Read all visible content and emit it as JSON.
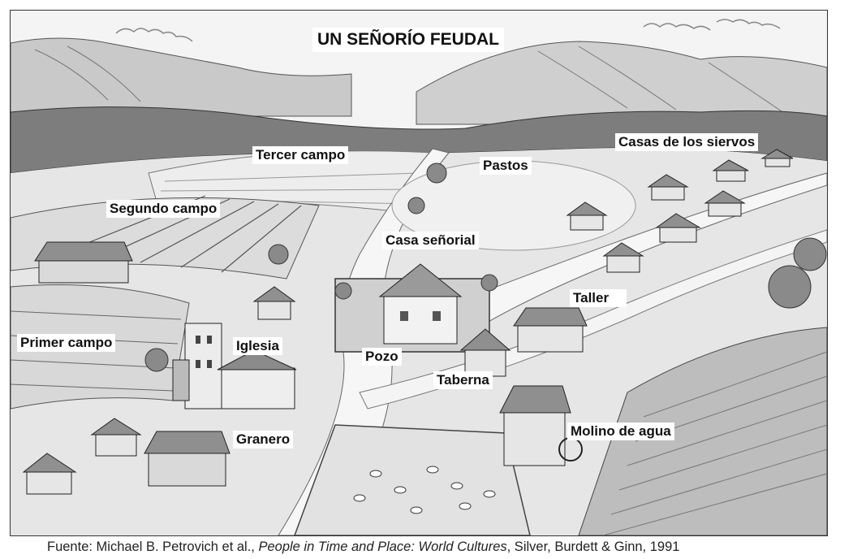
{
  "title": "UN SEÑORÍO FEUDAL",
  "labels": {
    "tercer_campo": "Tercer campo",
    "pastos": "Pastos",
    "casas_siervos": "Casas de los siervos",
    "segundo_campo": "Segundo campo",
    "casa_senorial": "Casa señorial",
    "taller": "Taller",
    "primer_campo": "Primer campo",
    "iglesia": "Iglesia",
    "pozo": "Pozo",
    "taberna": "Taberna",
    "molino": "Molino de agua",
    "granero": "Granero"
  },
  "caption": {
    "prefix": "Fuente: Michael B. Petrovich et al., ",
    "book": "People in Time and Place: World Cultures",
    "suffix": ", Silver, Burdett & Ginn, 1991"
  }
}
